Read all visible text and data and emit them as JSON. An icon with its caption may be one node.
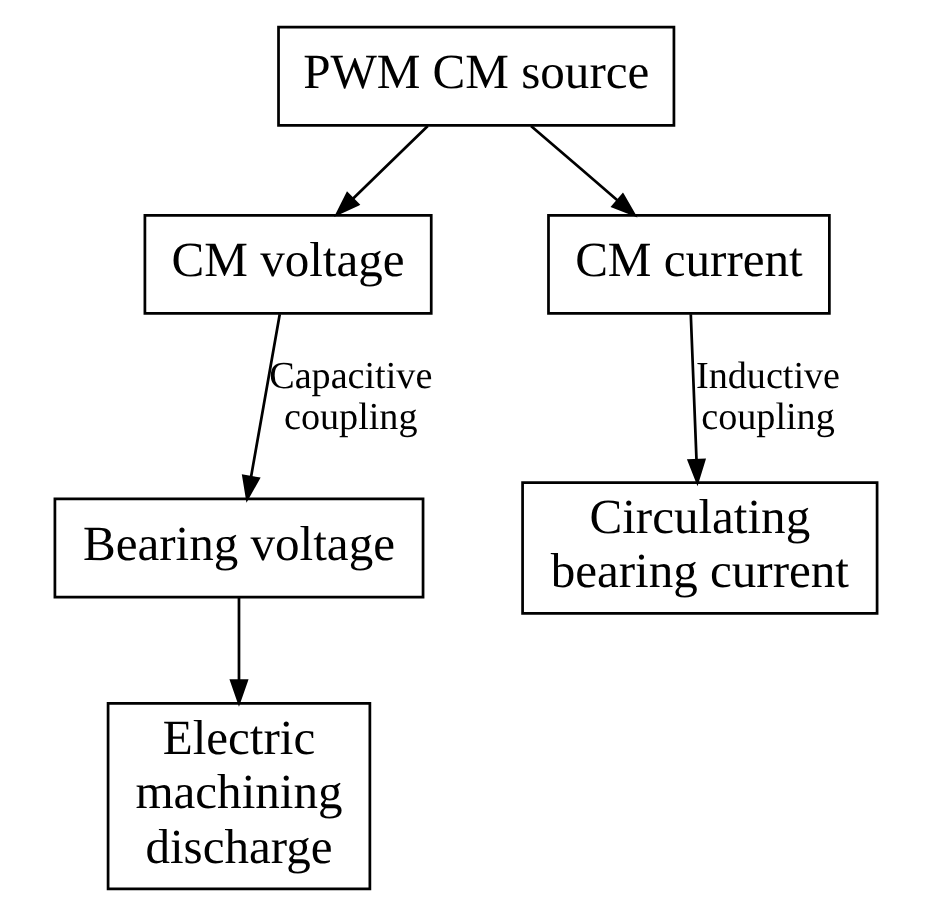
{
  "diagram": {
    "nodes": [
      {
        "text": [
          "PWM CM source"
        ]
      },
      {
        "text": [
          "CM voltage"
        ]
      },
      {
        "text": [
          "CM current"
        ]
      },
      {
        "text": [
          "Bearing voltage"
        ]
      },
      {
        "text": [
          "Circulating bearing current"
        ]
      },
      {
        "text": [
          "Electric machining discharge"
        ]
      }
    ],
    "edges": [
      {
        "from": 0,
        "to": 1,
        "arrow": "to"
      },
      {
        "from": 0,
        "to": 2,
        "arrow": "to"
      },
      {
        "from": 1,
        "to": 3,
        "arrow": "to",
        "label": "Capacitive coupling"
      },
      {
        "from": 2,
        "to": 4,
        "arrow": "to",
        "label": "Inductive coupling"
      },
      {
        "from": 3,
        "to": 5,
        "arrow": "to"
      }
    ]
  }
}
